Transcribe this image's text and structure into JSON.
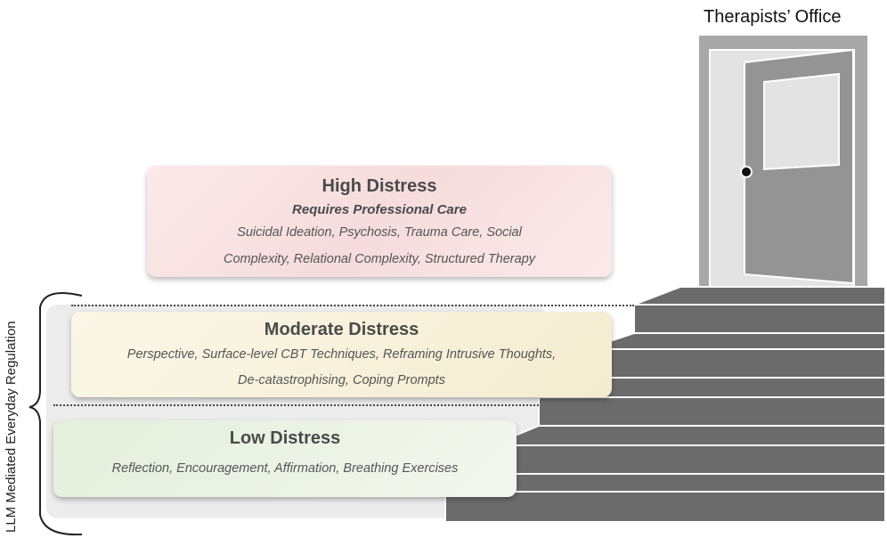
{
  "office": {
    "title": "Therapists’ Office"
  },
  "side_label": "LLM Mediated Everyday Regulation",
  "levels": {
    "high": {
      "title": "High Distress",
      "subtitle": "Requires Professional Care",
      "description_line1": "Suicidal Ideation, Psychosis, Trauma Care, Social",
      "description_line2": "Complexity, Relational Complexity, Structured Therapy",
      "color": "#f6dcdc"
    },
    "moderate": {
      "title": "Moderate Distress",
      "description_line1": "Perspective, Surface-level CBT Techniques, Reframing Intrusive Thoughts,",
      "description_line2": "De-catastrophising, Coping Prompts",
      "color": "#f4ecd0"
    },
    "low": {
      "title": "Low Distress",
      "description_line1": "Reflection, Encouragement, Affirmation, Breathing Exercises",
      "color": "#e4efdc"
    }
  },
  "colors": {
    "stairs": "#6b6b6b",
    "door_frame": "#a8a8a8",
    "door": "#949494",
    "panel": "#ececec"
  }
}
